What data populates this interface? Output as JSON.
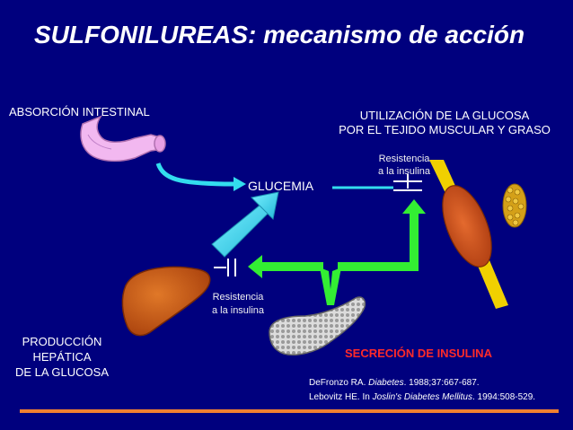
{
  "title": "SULFONILUREAS: mecanismo de acción",
  "labels": {
    "absorcion": "ABSORCIÓN INTESTINAL",
    "utilizacion_1": "UTILIZACIÓN DE LA GLUCOSA",
    "utilizacion_2": "POR EL TEJIDO MUSCULAR Y GRASO",
    "resistencia_top_1": "Resistencia",
    "resistencia_top_2": "a la insulina",
    "glucemia": "GLUCEMIA",
    "resistencia_mid_1": "Resistencia",
    "resistencia_mid_2": "a la insulina",
    "produccion_1": "PRODUCCIÓN",
    "produccion_2": "HEPÁTICA",
    "produccion_3": "DE LA GLUCOSA",
    "secrecion": "SECRECIÓN DE INSULINA"
  },
  "references": [
    {
      "pre": "DeFronzo RA. ",
      "journal": "Diabetes",
      "post": ". 1988;37:667-687."
    },
    {
      "pre": "Lebovitz HE. In ",
      "journal": "Joslin's Diabetes Mellitus",
      "post": ". 1994:508-529."
    }
  ],
  "colors": {
    "background": "#00007e",
    "arrow_cyan": "#33ddee",
    "arrow_green": "#33ee33",
    "secretion_text": "#ff2a2a",
    "liver": "#c85a14",
    "muscle": "#c8501e",
    "tendon": "#f0d000",
    "bottom_line": "#f08030"
  }
}
